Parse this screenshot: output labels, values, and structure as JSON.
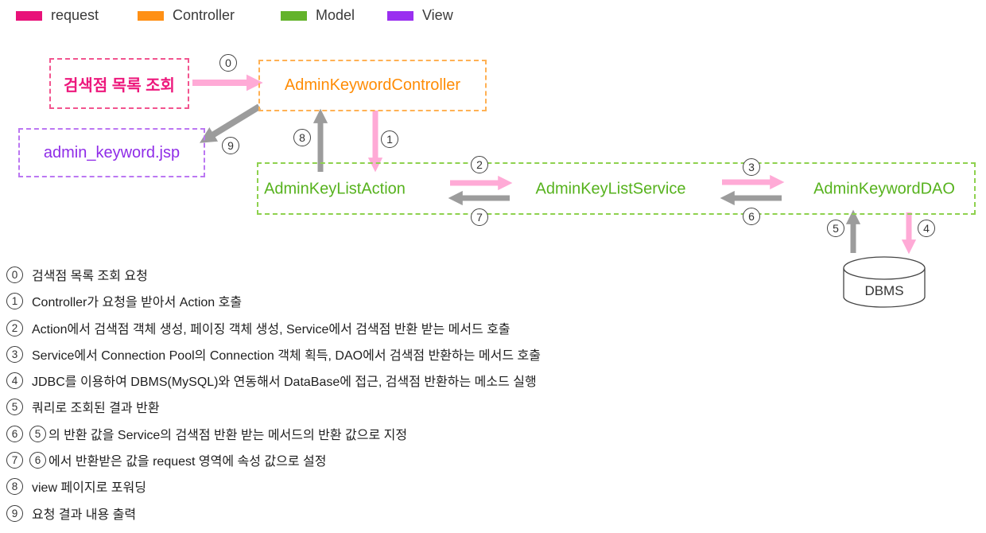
{
  "legend": {
    "items": [
      {
        "label": "request",
        "color": "#e81279"
      },
      {
        "label": "Controller",
        "color": "#ff9015"
      },
      {
        "label": "Model",
        "color": "#63b32b"
      },
      {
        "label": "View",
        "color": "#9a2ff0"
      }
    ]
  },
  "diagram": {
    "request_label": "검색점 목록 조회",
    "controller_label": "AdminKeywordController",
    "view_label": "admin_keyword.jsp",
    "action_label": "AdminKeyListAction",
    "service_label": "AdminKeyListService",
    "dao_label": "AdminKeywordDAO",
    "dbms_label": "DBMS",
    "badges": [
      "0",
      "1",
      "2",
      "3",
      "4",
      "5",
      "6",
      "7",
      "8",
      "9"
    ]
  },
  "colors": {
    "request": "#e81279",
    "controller": "#ff9015",
    "model": "#63b32b",
    "view": "#9a2ff0",
    "arrow_request": "#ffaad6",
    "arrow_return": "#9c9c9c"
  },
  "steps": [
    {
      "num": "0",
      "text": "검색점 목록 조회 요청"
    },
    {
      "num": "1",
      "text": "Controller가 요청을 받아서 Action 호출"
    },
    {
      "num": "2",
      "text": "Action에서 검색점 객체 생성, 페이징 객체 생성,  Service에서 검색점 반환 받는 메서드 호출"
    },
    {
      "num": "3",
      "text": "Service에서 Connection Pool의 Connection 객체 획득, DAO에서 검색점 반환하는 메서드 호출"
    },
    {
      "num": "4",
      "text": "JDBC를 이용하여 DBMS(MySQL)와 연동해서 DataBase에 접근, 검색점 반환하는 메소드 실행"
    },
    {
      "num": "5",
      "text": "쿼리로 조회된 결과 반환"
    },
    {
      "num": "6",
      "ref": "5",
      "text": "의 반환 값을 Service의 검색점 반환 받는 메서드의 반환 값으로 지정"
    },
    {
      "num": "7",
      "ref": "6",
      "text": "에서 반환받은 값을 request 영역에 속성 값으로 설정"
    },
    {
      "num": "8",
      "text": "view 페이지로 포워딩"
    },
    {
      "num": "9",
      "text": "요청 결과 내용 출력"
    }
  ]
}
